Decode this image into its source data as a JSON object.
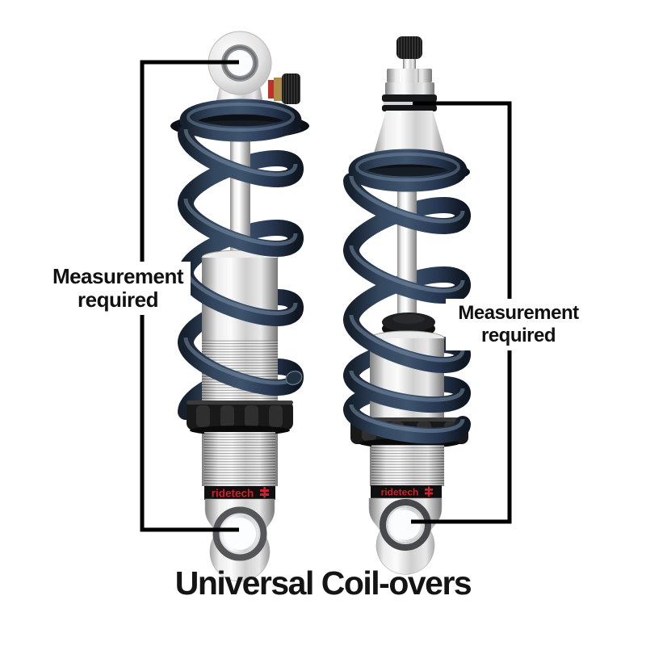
{
  "title": "Universal Coil-overs",
  "labels": {
    "left": {
      "line1": "Measurement",
      "line2": "required"
    },
    "right": {
      "line1": "Measurement",
      "line2": "required"
    }
  },
  "brand": {
    "left": "ridetech",
    "right": "ridetech"
  },
  "colors": {
    "background": "#ffffff",
    "annotation_line": "#000000",
    "label_text": "#111111",
    "title_text": "#141414",
    "spring_blue": "#2e3f58",
    "spring_highlight": "#7d93ab",
    "brand_red": "#d0202a",
    "band_black": "#0f0f0f",
    "metal_silver": "#d9d9d9"
  }
}
